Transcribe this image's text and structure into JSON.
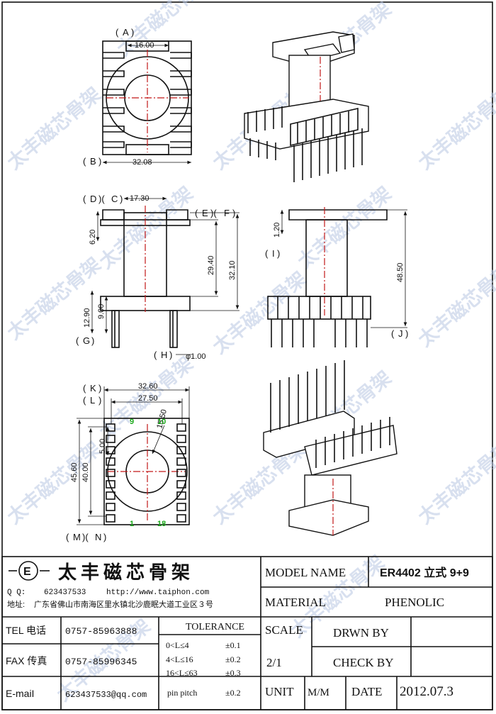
{
  "labels": {
    "A": "A",
    "B": "B",
    "C": "C",
    "D": "D",
    "E": "E",
    "F": "F",
    "G": "G",
    "H": "H",
    "I": "I",
    "J": "J",
    "K": "K",
    "L": "L",
    "M": "M",
    "N": "N"
  },
  "dims": {
    "a": "16.00",
    "b": "32.08",
    "c": "17.30",
    "d": "6.20",
    "e": "29.40",
    "f": "32.10",
    "g": "12.90",
    "g2": "9.00",
    "h": "φ1.00",
    "i": "1.20",
    "j": "48.50",
    "k": "32.60",
    "l": "27.50",
    "m": "45.60",
    "n": "40.00",
    "p": "5.00",
    "r": "15.50"
  },
  "pins": {
    "p9": "9",
    "p10": "10",
    "p1": "1",
    "p18": "18"
  },
  "watermark": "太丰磁芯骨架",
  "title_block": {
    "company": "太丰磁芯骨架",
    "qq_label": "Q Q:",
    "qq": "623437533",
    "web": "http://www.taiphon.com",
    "addr_label": "地址:",
    "addr": "广东省佛山市南海区里水镇北沙鹿眠大道工业区３号",
    "tel_label": "TEL 电话",
    "tel": "0757-85963888",
    "fax_label": "FAX 传真",
    "fax": "0757-85996345",
    "email_label": "E-maiI",
    "email": "623437533@qq.com",
    "tol_title": "TOLERANCE",
    "tol": [
      {
        "range": "0<L≤4",
        "val": "±0.1"
      },
      {
        "range": "4<L≤16",
        "val": "±0.2"
      },
      {
        "range": "16<L≤63",
        "val": "±0.3"
      },
      {
        "range": "pin pitch",
        "val": "±0.2"
      }
    ],
    "model_label": "MODEL NAME",
    "model": "ER4402 立式 9+9",
    "material_label": "MATERIAL",
    "material": "PHENOLIC",
    "scale_label": "SCALE",
    "scale": "2/1",
    "drwn_label": "DRWN BY",
    "check_label": "CHECK BY",
    "unit_label": "UNIT",
    "unit": "M/M",
    "date_label": "DATE",
    "date": "2012.07.3"
  }
}
